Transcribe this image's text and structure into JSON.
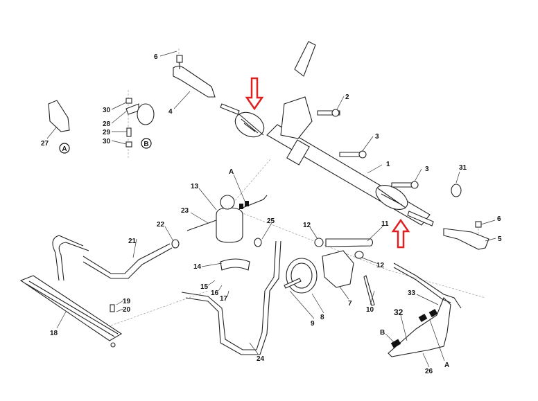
{
  "diagram": {
    "callouts": {
      "c1": "1",
      "c2": "2",
      "c3a": "3",
      "c3b": "3",
      "c4": "4",
      "c5": "5",
      "c6a": "6",
      "c6b": "6",
      "c7": "7",
      "c8": "8",
      "c9": "9",
      "c10": "10",
      "c11": "11",
      "c12a": "12",
      "c12b": "12",
      "c13": "13",
      "c14": "14",
      "c15": "15",
      "c16": "16",
      "c17": "17",
      "c18": "18",
      "c19": "19",
      "c20": "20",
      "c21": "21",
      "c22": "22",
      "c23": "23",
      "c24": "24",
      "c25": "25",
      "c26": "26",
      "c27": "27",
      "c28": "28",
      "c29": "29",
      "c30a": "30",
      "c30b": "30",
      "c31": "31",
      "c32": "32",
      "c33": "33",
      "cA1": "A",
      "cA2": "A",
      "cB2": "B"
    },
    "detail_views": {
      "a": "A",
      "b": "B"
    },
    "highlight_color": "#e02020"
  }
}
